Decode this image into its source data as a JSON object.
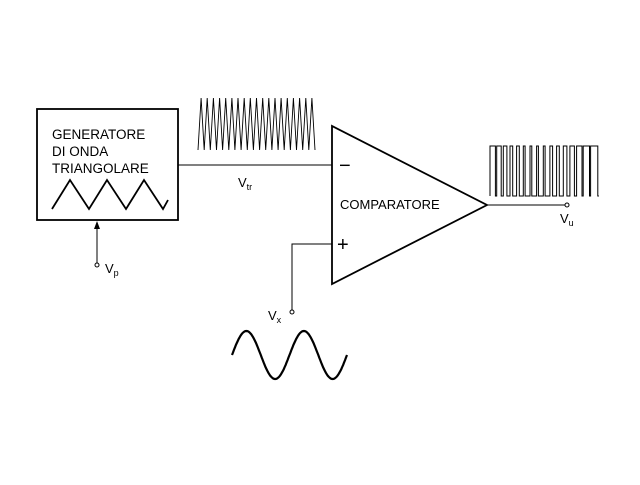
{
  "generator": {
    "lines": [
      "GENERATORE",
      "DI ONDA",
      "TRIANGOLARE"
    ]
  },
  "comparator": {
    "label": "COMPARATORE",
    "minus": "−",
    "plus": "+"
  },
  "signals": {
    "vtr": {
      "main": "V",
      "sub": "tr"
    },
    "vu": {
      "main": "V",
      "sub": "u"
    },
    "vp": {
      "main": "V",
      "sub": "p"
    },
    "vx": {
      "main": "V",
      "sub": "x"
    }
  }
}
